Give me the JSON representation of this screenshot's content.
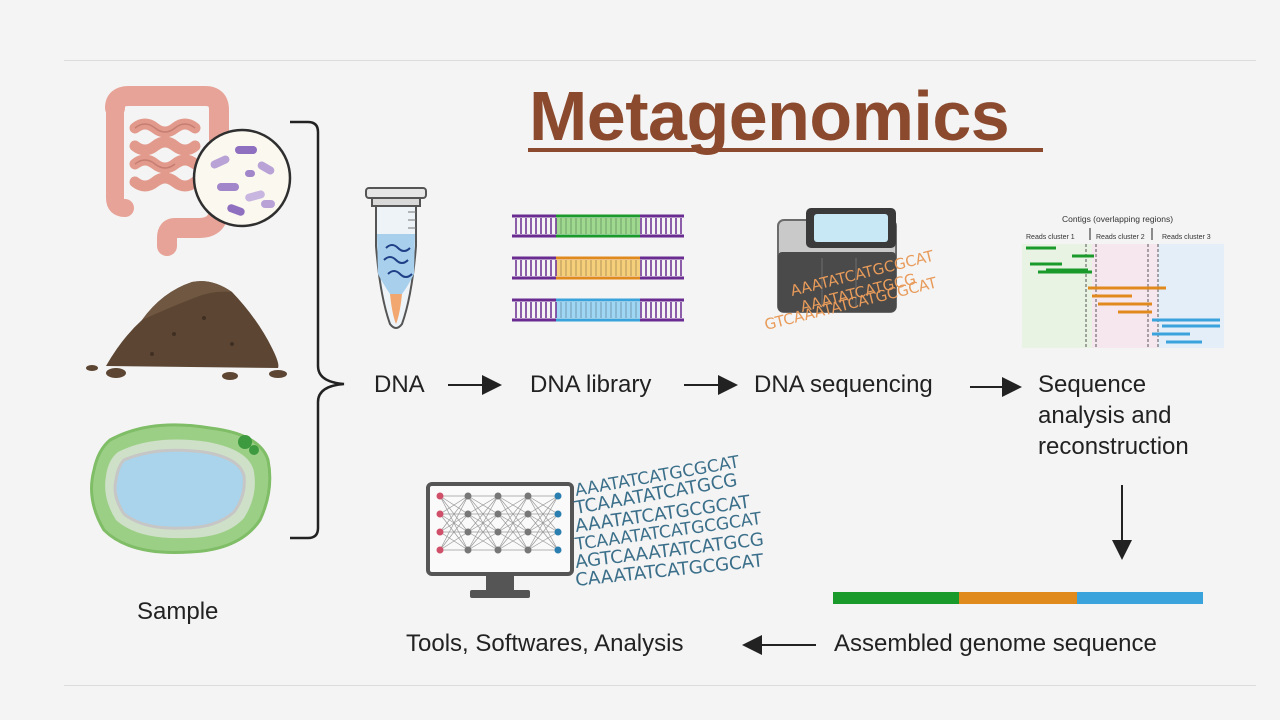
{
  "title": "Metagenomics",
  "sample_label": "Sample",
  "steps": {
    "dna": "DNA",
    "library": "DNA library",
    "sequencing": "DNA sequencing",
    "analysis_line1": "Sequence",
    "analysis_line2": "analysis and",
    "analysis_line3": "reconstruction",
    "assembled": "Assembled genome sequence",
    "tools": "Tools, Softwares, Analysis"
  },
  "contigs": {
    "header": "Contigs (overlapping regions)",
    "cluster1": "Reads cluster 1",
    "cluster2": "Reads cluster 2",
    "cluster3": "Reads cluster 3"
  },
  "sequencer_text": [
    "AAATATCATGCGCAT",
    "AAATATCATGCG",
    "GTCAAATATCATGCGCAT"
  ],
  "monitor_text": [
    "AAATATCATGCGCAT",
    "TCAAATATCATGCG",
    "AAATATCATGCGCAT",
    "TCAAATATCATGCGCAT",
    "AGTCAAATATCATGCG",
    "CAAATATCATGCGCAT"
  ],
  "colors": {
    "title": "#8b4a2e",
    "green": "#1a9a2a",
    "orange": "#e08a1e",
    "blue": "#3aa3dc",
    "purple": "#6a2c91"
  }
}
